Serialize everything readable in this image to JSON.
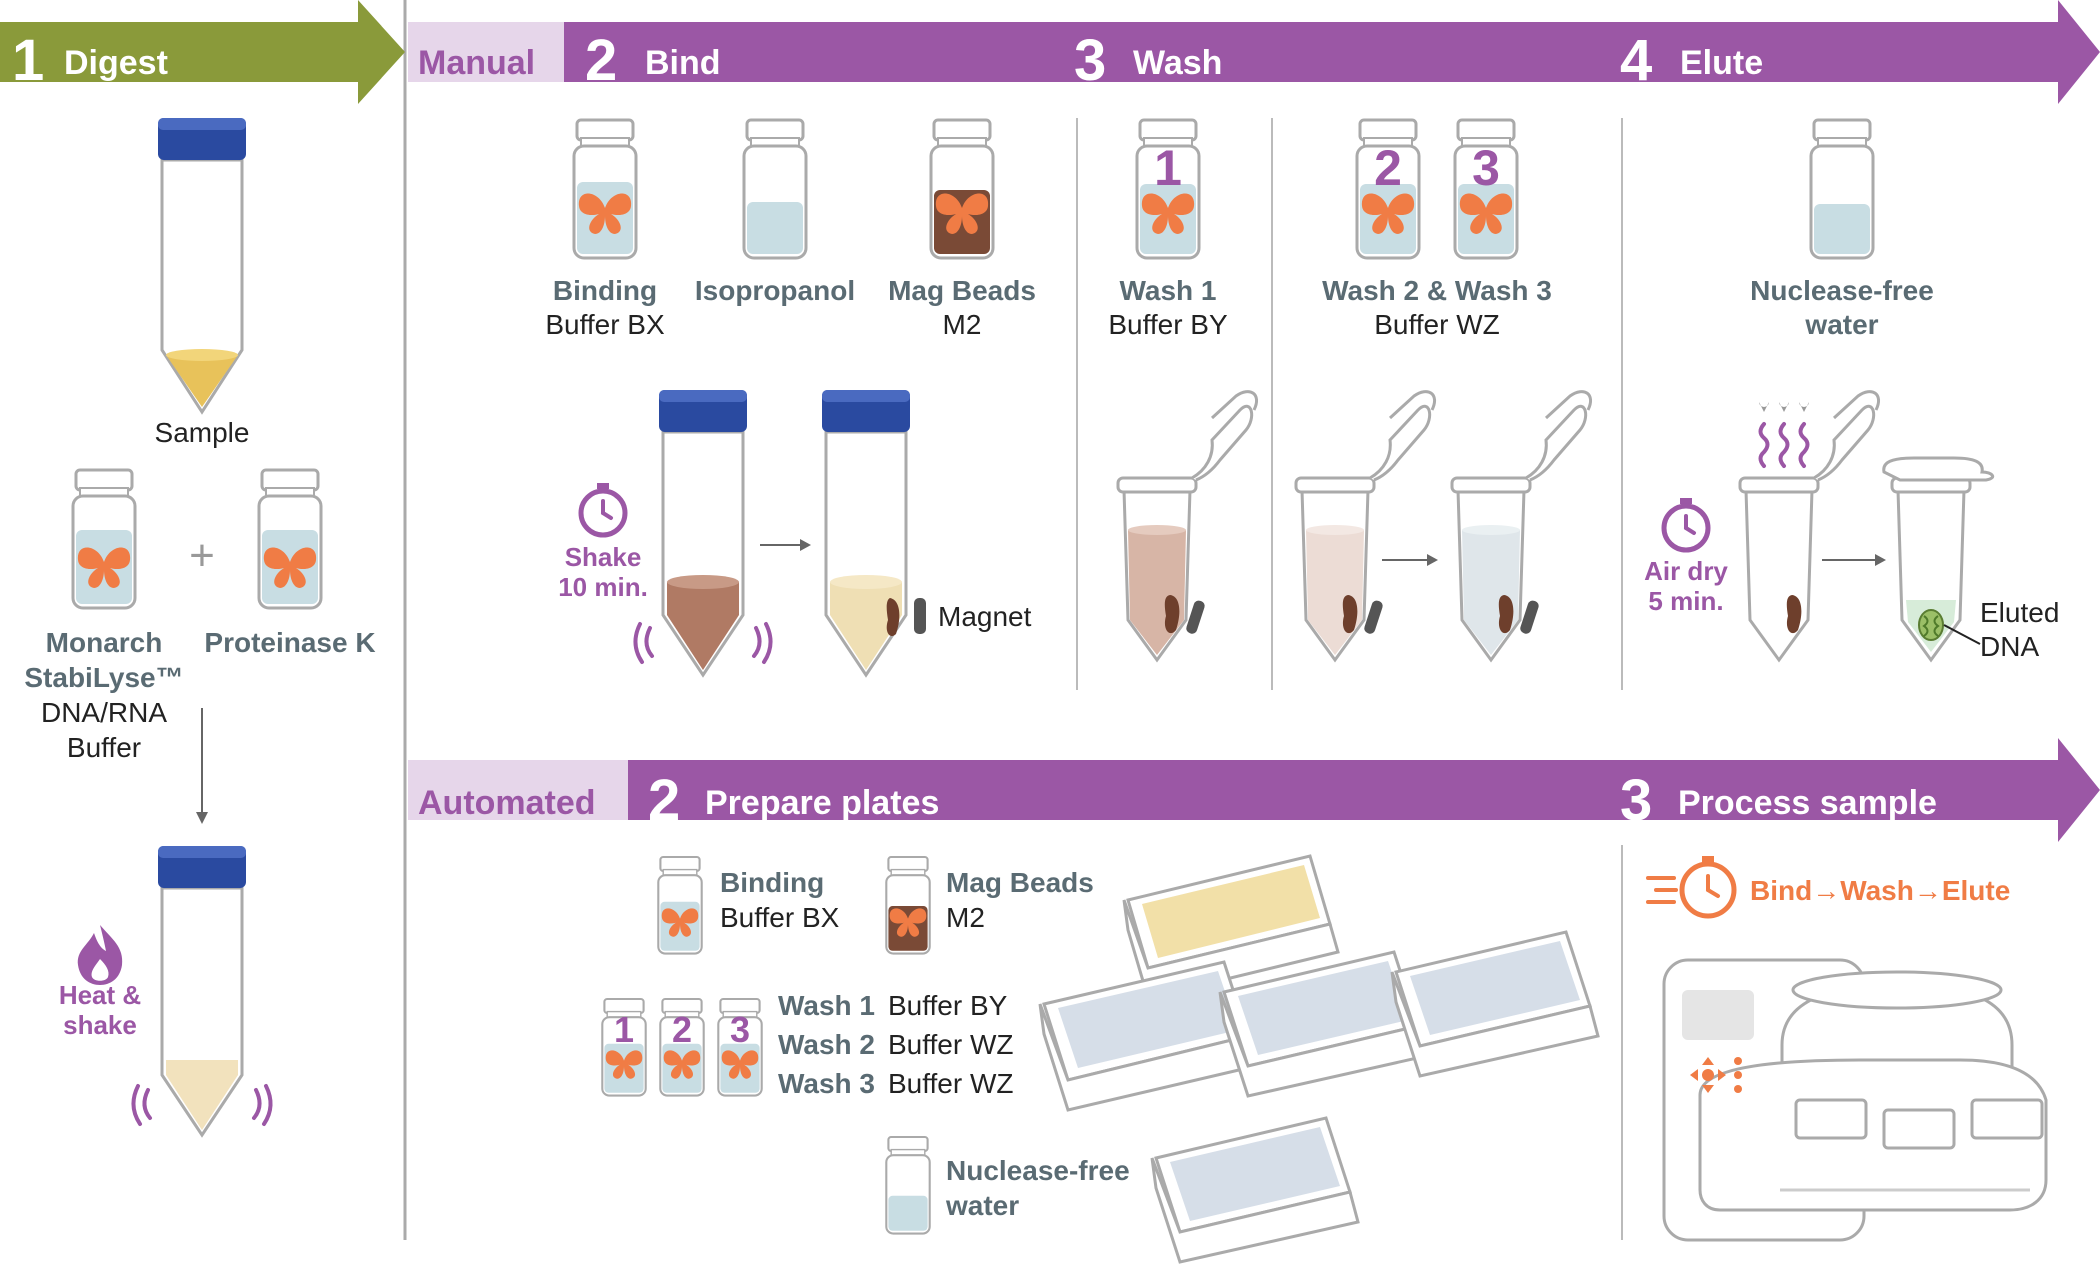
{
  "colors": {
    "digest_green": "#8a9a3a",
    "purple": "#9b57a5",
    "light_purple": "#e6d6ea",
    "orange": "#f07c45",
    "text_gray": "#5a6b73",
    "cap_blue": "#2a4aa0",
    "sample_yellow": "#e8c25a",
    "liquid_blue": "#c8dde3",
    "bead_brown": "#7a4a36"
  },
  "header": {
    "digest": {
      "num": "1",
      "label": "Digest"
    },
    "manual": "Manual",
    "bind": {
      "num": "2",
      "label": "Bind"
    },
    "wash": {
      "num": "3",
      "label": "Wash"
    },
    "elute": {
      "num": "4",
      "label": "Elute"
    }
  },
  "digest": {
    "sample": "Sample",
    "plus": "+",
    "buffer1": "Monarch",
    "buffer2": "StabiLyse™",
    "buffer3": "DNA/RNA",
    "buffer4": "Buffer",
    "proteinase": "Proteinase K",
    "heat1": "Heat &",
    "heat2": "shake"
  },
  "bind": {
    "binding1": "Binding",
    "binding2": "Buffer BX",
    "isopropanol": "Isopropanol",
    "mag1": "Mag Beads",
    "mag2": "M2",
    "shake1": "Shake",
    "shake2": "10 min.",
    "magnet": "Magnet"
  },
  "wash": {
    "num1": "1",
    "num2": "2",
    "num3": "3",
    "w1a": "Wash 1",
    "w1b": "Buffer BY",
    "w23a": "Wash 2 & Wash 3",
    "w23b": "Buffer WZ"
  },
  "elute": {
    "water1": "Nuclease-free",
    "water2": "water",
    "air1": "Air dry",
    "air2": "5 min.",
    "eluted1": "Eluted",
    "eluted2": "DNA"
  },
  "automated": {
    "label": "Automated",
    "prep_num": "2",
    "prep_label": "Prepare plates",
    "proc_num": "3",
    "proc_label": "Process sample",
    "binding1": "Binding",
    "binding2": "Buffer BX",
    "mag1": "Mag Beads",
    "mag2": "M2",
    "n1": "1",
    "n2": "2",
    "n3": "3",
    "w1a": "Wash 1",
    "w1b": "Buffer BY",
    "w2a": "Wash 2",
    "w2b": "Buffer WZ",
    "w3a": "Wash 3",
    "w3b": "Buffer WZ",
    "water1": "Nuclease-free",
    "water2": "water",
    "sequence": "Bind→Wash→Elute"
  }
}
